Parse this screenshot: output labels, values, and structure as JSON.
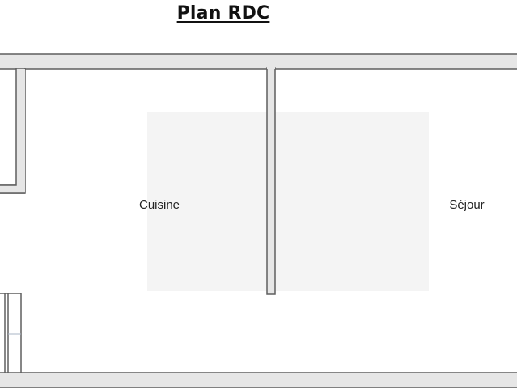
{
  "title": "Plan RDC",
  "rooms": {
    "kitchen": "Cuisine",
    "living": "Séjour"
  },
  "colors": {
    "wall_fill": "#e6e6e6",
    "wall_stroke": "#5f5f5f",
    "background": "#ffffff",
    "watermark": "#f3f3f3"
  }
}
